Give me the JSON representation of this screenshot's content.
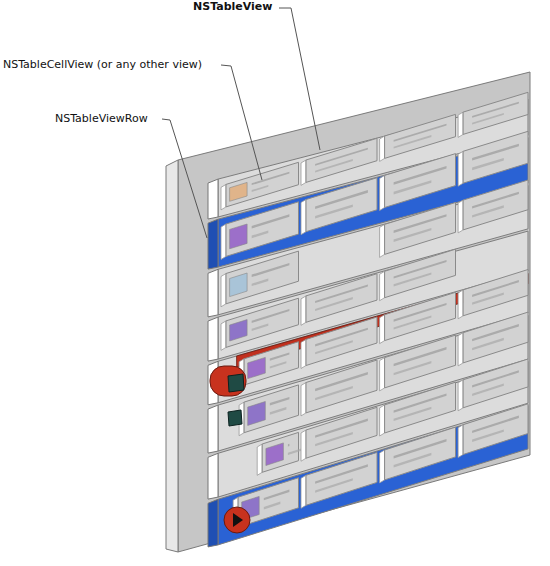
{
  "diagram": {
    "labels": [
      "NSTableView",
      "NSTableCellView (or any other view)",
      "NSTableViewRow"
    ]
  }
}
